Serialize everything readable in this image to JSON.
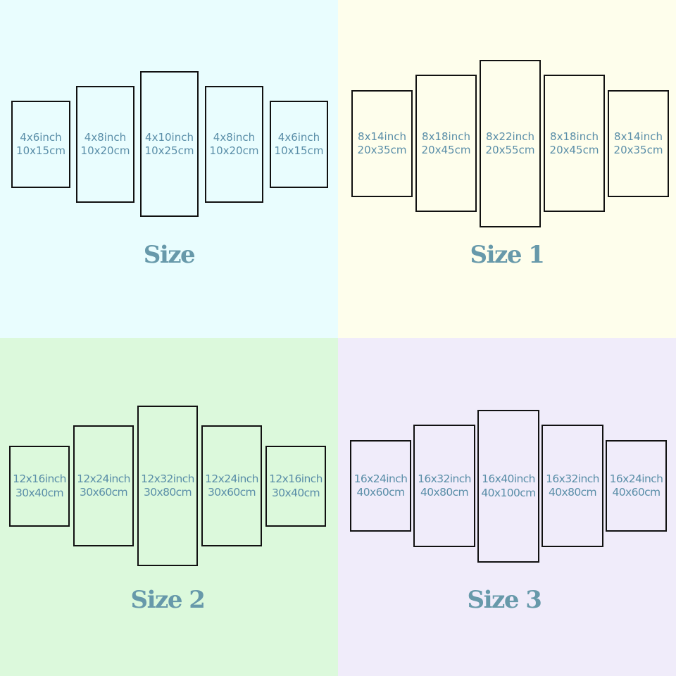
{
  "colors": {
    "quadrant_top_left": "#e9fdfe",
    "quadrant_top_right": "#fefeec",
    "quadrant_bottom_left": "#dcf9dc",
    "quadrant_bottom_right": "#f0ecfa",
    "text_accent": "#5a8ea8",
    "title_text": "#6799aa",
    "frame_border": "#111111"
  },
  "groups": [
    {
      "title": "Size",
      "panels": [
        {
          "inch": "4x6inch",
          "cm": "10x15cm"
        },
        {
          "inch": "4x8inch",
          "cm": "10x20cm"
        },
        {
          "inch": "4x10inch",
          "cm": "10x25cm"
        },
        {
          "inch": "4x8inch",
          "cm": "10x20cm"
        },
        {
          "inch": "4x6inch",
          "cm": "10x15cm"
        }
      ]
    },
    {
      "title": "Size 1",
      "panels": [
        {
          "inch": "8x14inch",
          "cm": "20x35cm"
        },
        {
          "inch": "8x18inch",
          "cm": "20x45cm"
        },
        {
          "inch": "8x22inch",
          "cm": "20x55cm"
        },
        {
          "inch": "8x18inch",
          "cm": "20x45cm"
        },
        {
          "inch": "8x14inch",
          "cm": "20x35cm"
        }
      ]
    },
    {
      "title": "Size 2",
      "panels": [
        {
          "inch": "12x16inch",
          "cm": "30x40cm"
        },
        {
          "inch": "12x24inch",
          "cm": "30x60cm"
        },
        {
          "inch": "12x32inch",
          "cm": "30x80cm"
        },
        {
          "inch": "12x24inch",
          "cm": "30x60cm"
        },
        {
          "inch": "12x16inch",
          "cm": "30x40cm"
        }
      ]
    },
    {
      "title": "Size 3",
      "panels": [
        {
          "inch": "16x24inch",
          "cm": "40x60cm"
        },
        {
          "inch": "16x32inch",
          "cm": "40x80cm"
        },
        {
          "inch": "16x40inch",
          "cm": "40x100cm"
        },
        {
          "inch": "16x32inch",
          "cm": "40x80cm"
        },
        {
          "inch": "16x24inch",
          "cm": "40x60cm"
        }
      ]
    }
  ]
}
